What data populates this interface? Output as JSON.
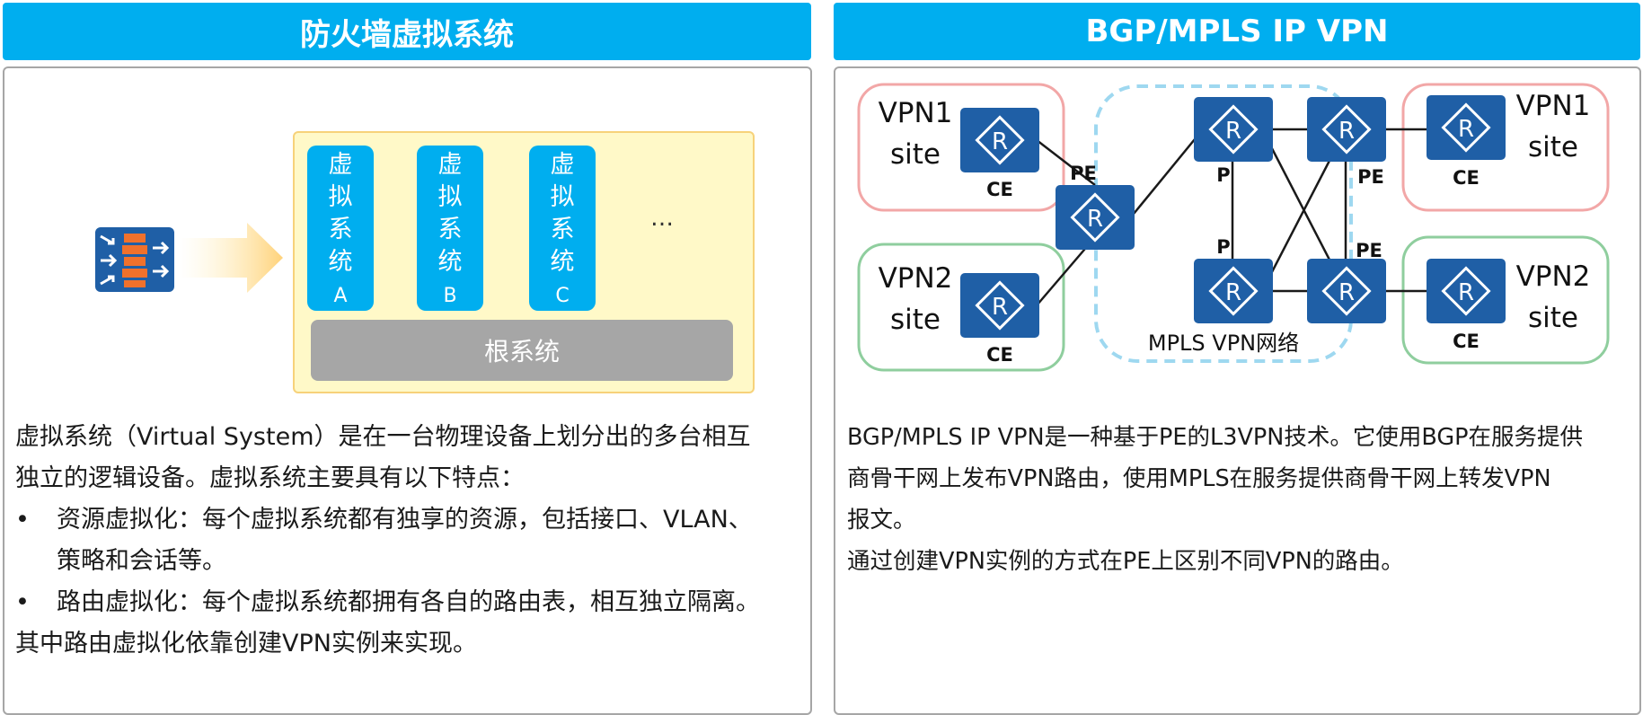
{
  "left": {
    "title": "防火墙虚拟系统",
    "vs_boxes": [
      {
        "chars": [
          "虚",
          "拟",
          "系",
          "统"
        ],
        "letter": "A"
      },
      {
        "chars": [
          "虚",
          "拟",
          "系",
          "统"
        ],
        "letter": "B"
      },
      {
        "chars": [
          "虚",
          "拟",
          "系",
          "统"
        ],
        "letter": "C"
      }
    ],
    "ellipsis": "…",
    "root_label": "根系统",
    "para1_line1": "虚拟系统（Virtual System）是在一台物理设备上划分出的多台相互",
    "para1_line2": "独立的逻辑设备。虚拟系统主要具有以下特点：",
    "bullet_char": "•",
    "bullet1_line1": "资源虚拟化：每个虚拟系统都有独享的资源，包括接口、VLAN、",
    "bullet1_line2": "策略和会话等。",
    "bullet2": "路由虚拟化：每个虚拟系统都拥有各自的路由表，相互独立隔离。",
    "para2": "其中路由虚拟化依靠创建VPN实例来实现。"
  },
  "right": {
    "title": "BGP/MPLS IP VPN",
    "sites": {
      "vpn1_left": [
        "VPN1",
        "site"
      ],
      "vpn2_left": [
        "VPN2",
        "site"
      ],
      "vpn1_right": [
        "VPN1",
        "site"
      ],
      "vpn2_right": [
        "VPN2",
        "site"
      ]
    },
    "labels": {
      "ce": "CE",
      "pe": "PE",
      "p": "P",
      "router_glyph": "R",
      "network": "MPLS VPN网络"
    },
    "para1_line1": "BGP/MPLS IP VPN是一种基于PE的L3VPN技术。它使用BGP在服务提供",
    "para1_line2": "商骨干网上发布VPN路由，使用MPLS在服务提供商骨干网上转发VPN",
    "para1_line3": "报文。",
    "para2": "通过创建VPN实例的方式在PE上区别不同VPN的路由。"
  },
  "colors": {
    "header": "#00AEEF",
    "router": "#1F5FA6",
    "vpn1_border": "#F2A7A7",
    "vpn2_border": "#8FCE9E",
    "mpls_border": "#9ED8F0",
    "vs_container": "#FFF9C8",
    "root": "#A6A6A6"
  }
}
